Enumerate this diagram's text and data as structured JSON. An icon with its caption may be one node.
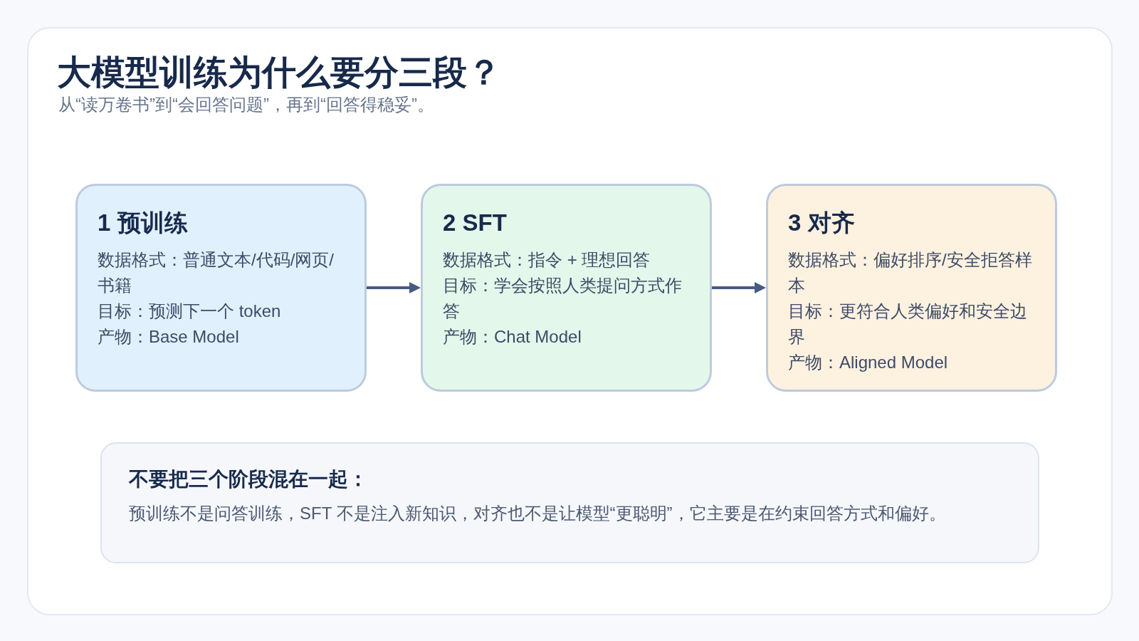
{
  "diagram": {
    "title": "大模型训练为什么要分三段？",
    "nodes": [
      {
        "text": [
          "1 预训练",
          "数据格式：普通文本/代码/网页/书籍",
          "目标：预测下一个 token",
          "产物：Base Model"
        ]
      },
      {
        "text": [
          "2 SFT",
          "数据格式：指令 + 理想回答",
          "目标：学会按照人类提问方式作答",
          "产物：Chat Model"
        ]
      },
      {
        "text": [
          "3 对齐",
          "数据格式：偏好排序/安全拒答样本",
          "目标：更符合人类偏好和安全边界",
          "产物：Aligned Model"
        ]
      },
      {
        "text": [
          "不要把三个阶段混在一起：",
          "预训练不是问答训练，SFT 不是注入新知识，对齐也不是让模型“更聪明”，它主要是在约束回答方式和偏好。"
        ]
      }
    ],
    "edges": [
      {
        "from": 0,
        "to": 1,
        "arrow": "to"
      },
      {
        "from": 1,
        "to": 2,
        "arrow": "to"
      }
    ],
    "labels": [
      "从“读万卷书”到“会回答问题”，再到“回答得稳妥”。"
    ]
  }
}
